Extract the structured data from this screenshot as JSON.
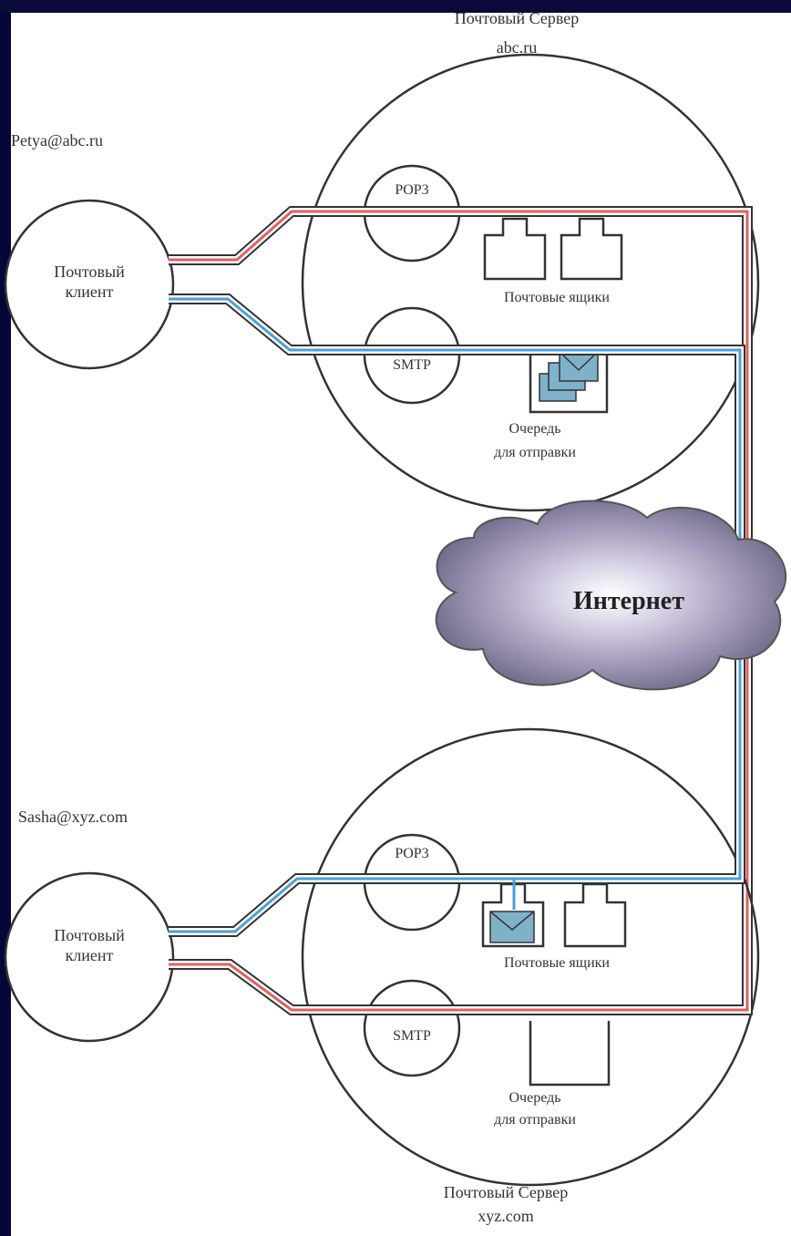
{
  "top_server": {
    "title_line1": "Почтовый Сервер",
    "title_line2": "abc.ru",
    "pop3": "POP3",
    "smtp": "SMTP",
    "mailboxes": "Почтовые ящики",
    "queue_line1": "Очередь",
    "queue_line2": "для отправки"
  },
  "top_client": {
    "address": "Petya@abc.ru",
    "label_line1": "Почтовый",
    "label_line2": "клиент"
  },
  "internet": {
    "label": "Интернет"
  },
  "bottom_server": {
    "title_line1": "Почтовый Сервер",
    "title_line2": "xyz.com",
    "pop3": "POP3",
    "smtp": "SMTP",
    "mailboxes": "Почтовые ящики",
    "queue_line1": "Очередь",
    "queue_line2": "для отправки"
  },
  "bottom_client": {
    "address": "Sasha@xyz.com",
    "label_line1": "Почтовый",
    "label_line2": "клиент"
  },
  "colors": {
    "background": "#0a0a3a",
    "canvas": "#ffffff",
    "red_line": "#e06060",
    "blue_line": "#4aa0d8",
    "outline": "#333333",
    "cloud": "#8c84a0",
    "envelope": "#7fb2c8"
  }
}
